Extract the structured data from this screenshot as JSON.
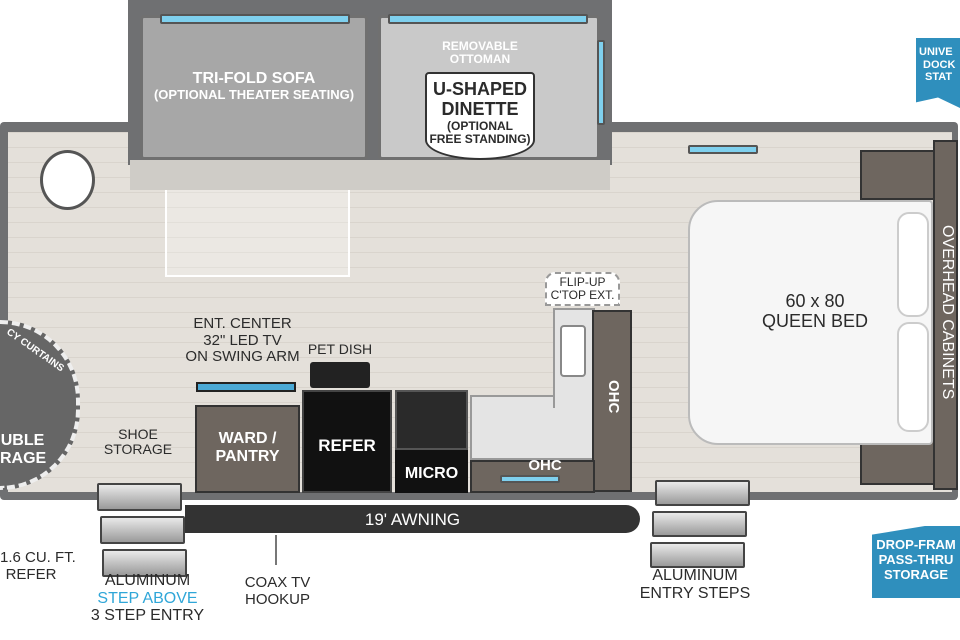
{
  "slideout": {
    "sofa_line1": "TRI-FOLD SOFA",
    "sofa_line2": "(OPTIONAL THEATER SEATING)",
    "ottoman_line1": "REMOVABLE",
    "ottoman_line2": "OTTOMAN",
    "dinette_line1": "U-SHAPED",
    "dinette_line2": "DINETTE",
    "dinette_line3": "(OPTIONAL",
    "dinette_line4": "FREE STANDING)"
  },
  "front": {
    "curtains": "CY CURTAINS",
    "storage_line1": "UBLE",
    "storage_line2": "RAGE",
    "refer_line1": "1.6 CU. FT.",
    "refer_line2": "REFER"
  },
  "living": {
    "shoe_line1": "SHOE",
    "shoe_line2": "STORAGE",
    "ent_line1": "ENT. CENTER",
    "ent_line2": "32\" LED TV",
    "ent_line3": "ON SWING ARM",
    "pet_dish": "PET DISH",
    "wardrobe_line1": "WARD /",
    "wardrobe_line2": "PANTRY",
    "refer": "REFER",
    "micro": "MICRO",
    "ohc_counter": "OHC",
    "ohc_side": "OHC",
    "flip_line1": "FLIP-UP",
    "flip_line2": "C'TOP EXT."
  },
  "bedroom": {
    "bed_line1": "60 x 80",
    "bed_line2": "QUEEN BED",
    "cabinets": "OVERHEAD CABINETS"
  },
  "exterior": {
    "awning": "19' AWNING",
    "step_line1": "ALUMINUM",
    "step_line2": "STEP ABOVE",
    "step_line3": "3 STEP ENTRY",
    "coax_line1": "COAX TV",
    "coax_line2": "HOOKUP",
    "entry_line1": "ALUMINUM",
    "entry_line2": "ENTRY STEPS",
    "dock_line1": "UNIVE",
    "dock_line2": "DOCK",
    "dock_line3": "STAT",
    "pass_line1": "DROP-FRAM",
    "pass_line2": "PASS-THRU",
    "pass_line3": "STORAGE"
  },
  "colors": {
    "accent": "#2f8fbd",
    "step_above": "#2fa6d8"
  }
}
